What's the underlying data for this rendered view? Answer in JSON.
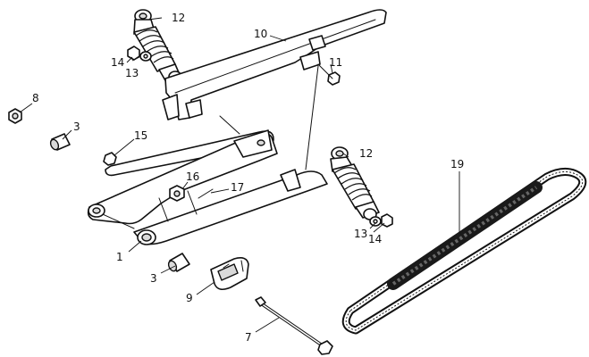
{
  "diagram": {
    "part_numbers": {
      "p1": "1",
      "p3a": "3",
      "p3b": "3",
      "p7": "7",
      "p8": "8",
      "p9": "9",
      "p10": "10",
      "p11": "11",
      "p12a": "12",
      "p12b": "12",
      "p13a": "13",
      "p13b": "13",
      "p14a": "14",
      "p14b": "14",
      "p15": "15",
      "p16": "16",
      "p17": "17",
      "p19": "19"
    },
    "colors": {
      "line": "#111111",
      "background": "#ffffff",
      "chain": "#1a1a1a"
    }
  }
}
